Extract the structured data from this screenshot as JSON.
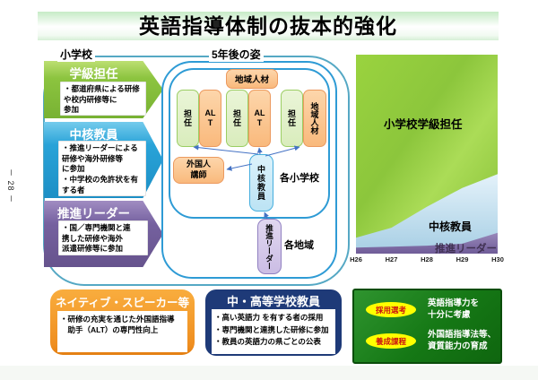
{
  "page": {
    "number_label": "－ 28 －",
    "title": "英語指導体制の抜本的強化"
  },
  "left_panel": {
    "header": "小学校",
    "arrows": [
      {
        "title": "学級担任",
        "body": "・都道府県による研修\nや校内研修等に\n参加"
      },
      {
        "title": "中核教員",
        "body": "・推進リーダーによる\n研修や海外研修等\nに参加\n・中学校の免許状を有\nする者"
      },
      {
        "title": "推進リーダー",
        "body": "・国／専門機関と連\n携した研修や海外\n派遣研修等に参加"
      }
    ]
  },
  "center_panel": {
    "header": "5年後の姿",
    "community_box": "地域人材",
    "pairs": [
      {
        "left": "担任",
        "right": "ALT"
      },
      {
        "left": "担任",
        "right": "ALT"
      },
      {
        "left": "担任",
        "right": "地域人材"
      }
    ],
    "foreign_instructor": "外国人\n講師",
    "core_teacher": "中核教員",
    "each_school": "各小学校",
    "leader": "推進リーダー",
    "each_region": "各地域"
  },
  "chart_data": {
    "type": "area",
    "stacked": true,
    "x": [
      "H26",
      "H27",
      "H28",
      "H29",
      "H30"
    ],
    "ylim": [
      0,
      100
    ],
    "grid": false,
    "legend": "inline-labels",
    "series": [
      {
        "name": "推進リーダー",
        "color": "#7a5f9d",
        "values": [
          3,
          3.5,
          4,
          5,
          10.5
        ]
      },
      {
        "name": "中核教員",
        "color": "#bcdcee",
        "values": [
          5,
          9.5,
          19.5,
          28,
          29.5
        ]
      },
      {
        "name": "小学校学級担任",
        "color": "#92c83e",
        "values": [
          92,
          87,
          76.5,
          67,
          60
        ]
      }
    ]
  },
  "bottom_panels": {
    "native_speaker": {
      "title": "ネイティブ・スピーカー等",
      "body": "・研修の充実を通じた外国語指導\n　助手（ALT）の専門性向上"
    },
    "secondary_school": {
      "title": "中・高等学校教員",
      "bullets": [
        "・高い英語力 を有する者の採用",
        "・専門機関と連携した研修に参加",
        "・教員の英語力の県ごとの公表"
      ]
    },
    "training": {
      "rows": [
        {
          "badge": "採用選考",
          "text": "英語指導力を\n十分に考慮"
        },
        {
          "badge": "養成課程",
          "text": "外国語指導法等、\n資質能力の育成"
        }
      ]
    }
  }
}
